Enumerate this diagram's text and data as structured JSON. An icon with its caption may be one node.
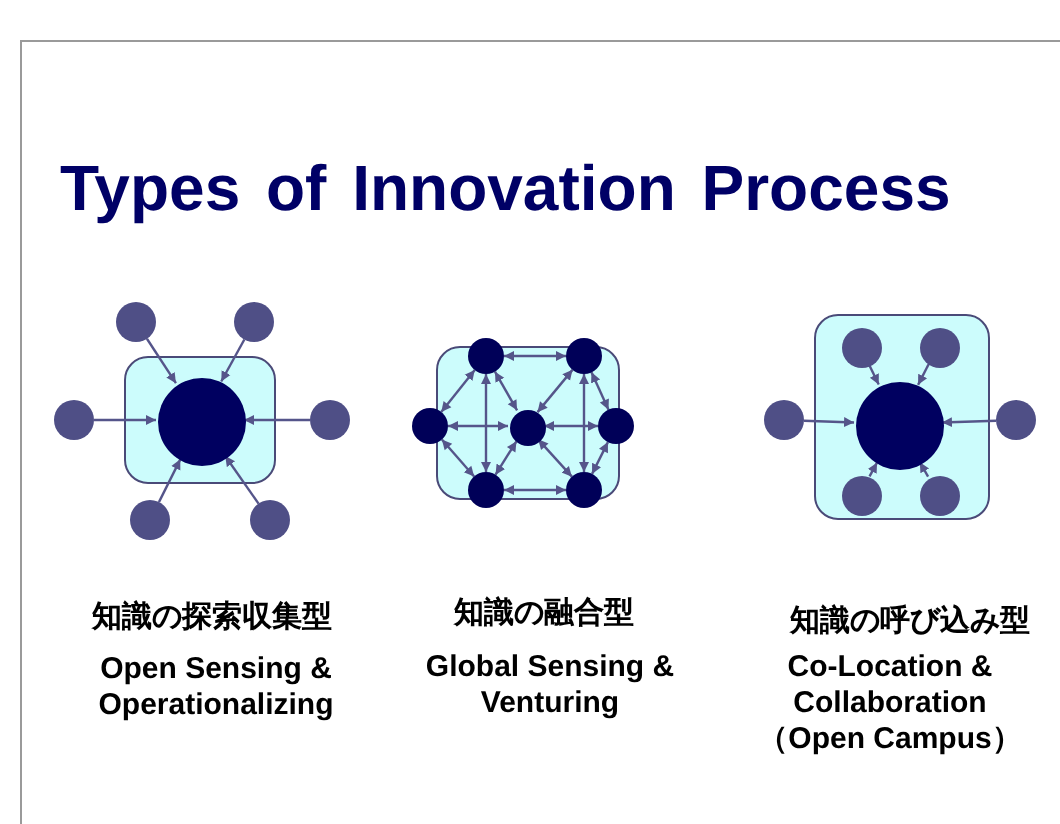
{
  "diagram": {
    "title": "Types of Innovation Process",
    "nodes": [
      {
        "text": [],
        "shape": "box"
      },
      {
        "text": [],
        "shape": "circle",
        "in": 0
      },
      {
        "text": [],
        "shape": "circle"
      },
      {
        "text": [],
        "shape": "circle"
      },
      {
        "text": [],
        "shape": "circle"
      },
      {
        "text": [],
        "shape": "circle"
      },
      {
        "text": [],
        "shape": "circle"
      },
      {
        "text": [],
        "shape": "circle"
      },
      {
        "text": [],
        "shape": "box"
      },
      {
        "text": [],
        "shape": "circle"
      },
      {
        "text": [],
        "shape": "circle"
      },
      {
        "text": [],
        "shape": "circle"
      },
      {
        "text": [],
        "shape": "circle",
        "in": 8
      },
      {
        "text": [],
        "shape": "circle"
      },
      {
        "text": [],
        "shape": "circle"
      },
      {
        "text": [],
        "shape": "circle"
      },
      {
        "text": [],
        "shape": "box"
      },
      {
        "text": [],
        "shape": "circle",
        "in": 16
      },
      {
        "text": [],
        "shape": "circle",
        "in": 16
      },
      {
        "text": [],
        "shape": "circle"
      },
      {
        "text": [],
        "shape": "circle",
        "in": 16
      },
      {
        "text": [],
        "shape": "circle"
      },
      {
        "text": [],
        "shape": "circle",
        "in": 16
      },
      {
        "text": [],
        "shape": "circle",
        "in": 16
      }
    ],
    "edges": [
      {
        "from": 2,
        "to": 1,
        "arrow": "to"
      },
      {
        "from": 3,
        "to": 1,
        "arrow": "to"
      },
      {
        "from": 4,
        "to": 1,
        "arrow": "to"
      },
      {
        "from": 5,
        "to": 1,
        "arrow": "to"
      },
      {
        "from": 6,
        "to": 1,
        "arrow": "to"
      },
      {
        "from": 7,
        "to": 1,
        "arrow": "to"
      },
      {
        "from": 9,
        "to": 10,
        "arrow": "both"
      },
      {
        "from": 14,
        "to": 15,
        "arrow": "both"
      },
      {
        "from": 11,
        "to": 9,
        "arrow": "both"
      },
      {
        "from": 11,
        "to": 14,
        "arrow": "both"
      },
      {
        "from": 9,
        "to": 14,
        "arrow": "both"
      },
      {
        "from": 10,
        "to": 15,
        "arrow": "both"
      },
      {
        "from": 13,
        "to": 10,
        "arrow": "both"
      },
      {
        "from": 13,
        "to": 15,
        "arrow": "both"
      },
      {
        "from": 12,
        "to": 9,
        "arrow": "both"
      },
      {
        "from": 12,
        "to": 10,
        "arrow": "both"
      },
      {
        "from": 12,
        "to": 14,
        "arrow": "both"
      },
      {
        "from": 12,
        "to": 15,
        "arrow": "both"
      },
      {
        "from": 12,
        "to": 11,
        "arrow": "both"
      },
      {
        "from": 12,
        "to": 13,
        "arrow": "both"
      },
      {
        "from": 17,
        "to": 20,
        "arrow": "to"
      },
      {
        "from": 18,
        "to": 20,
        "arrow": "to"
      },
      {
        "from": 19,
        "to": 20,
        "arrow": "to"
      },
      {
        "from": 21,
        "to": 20,
        "arrow": "to"
      },
      {
        "from": 22,
        "to": 20,
        "arrow": "to"
      },
      {
        "from": 23,
        "to": 20,
        "arrow": "to"
      }
    ],
    "labels": [
      "知識の探索収集型",
      "知識の融合型",
      "知識の呼び込み型",
      "Open Sensing & Operationalizing",
      "Global Sensing & Venturing",
      "Co-Location & Collaboration （Open Campus）"
    ]
  }
}
